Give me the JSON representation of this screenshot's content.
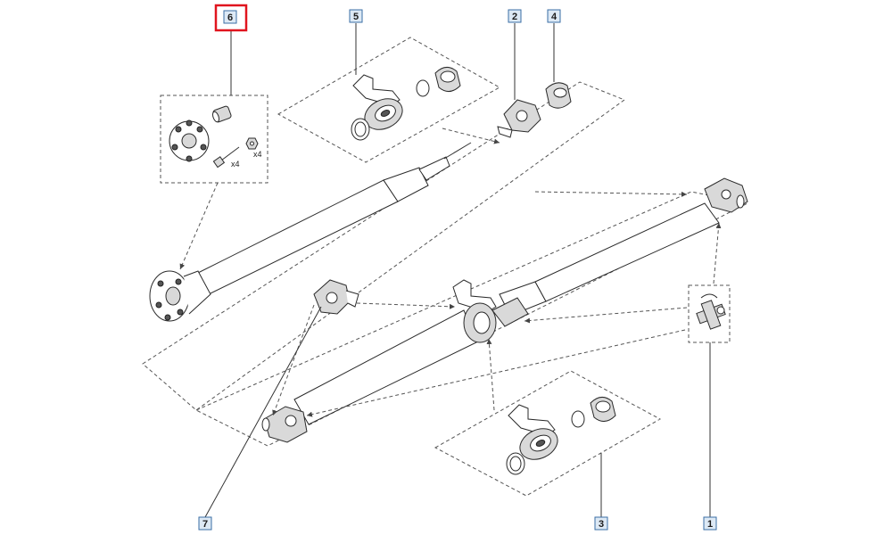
{
  "diagram": {
    "callouts": [
      {
        "id": "1",
        "label": "1"
      },
      {
        "id": "2",
        "label": "2"
      },
      {
        "id": "3",
        "label": "3"
      },
      {
        "id": "4",
        "label": "4"
      },
      {
        "id": "5",
        "label": "5"
      },
      {
        "id": "6",
        "label": "6",
        "highlighted": true
      },
      {
        "id": "7",
        "label": "7"
      }
    ],
    "quantity_labels": {
      "bolt": "x4",
      "nut": "x4"
    },
    "colors": {
      "highlight": "#e0141e",
      "callout_border": "#3a6ea5",
      "callout_fill": "#dde9f5"
    }
  }
}
